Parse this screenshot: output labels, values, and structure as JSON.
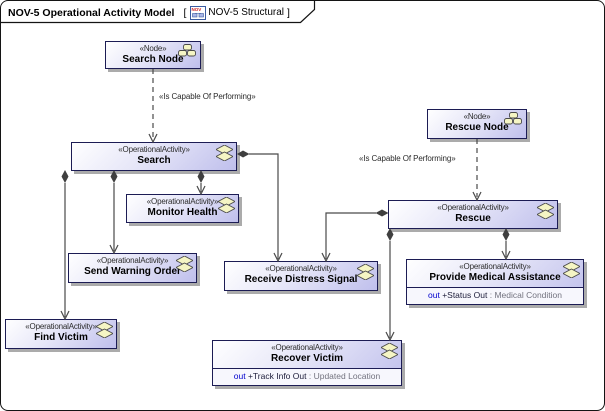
{
  "header": {
    "title": "NOV-5 Operational Activity Model",
    "open_bracket": "[",
    "diagram_ref": "NOV-5 Structural",
    "close_bracket": "]"
  },
  "labels": {
    "is_capable_of_performing_left": "«Is Capable Of Performing»",
    "is_capable_of_performing_right": "«Is Capable Of Performing»"
  },
  "boxes": {
    "search_node": {
      "stereotype": "«Node»",
      "name": "Search Node"
    },
    "rescue_node": {
      "stereotype": "«Node»",
      "name": "Rescue Node"
    },
    "search": {
      "stereotype": "«OperationalActivity»",
      "name": "Search"
    },
    "monitor_health": {
      "stereotype": "«OperationalActivity»",
      "name": "Monitor Health"
    },
    "send_warning_order": {
      "stereotype": "«OperationalActivity»",
      "name": "Send Warning Order"
    },
    "find_victim": {
      "stereotype": "«OperationalActivity»",
      "name": "Find Victim"
    },
    "receive_distress_signal": {
      "stereotype": "«OperationalActivity»",
      "name": "Receive Distress Signal"
    },
    "rescue": {
      "stereotype": "«OperationalActivity»",
      "name": "Rescue"
    },
    "provide_medical_assistance": {
      "stereotype": "«OperationalActivity»",
      "name": "Provide Medical Assistance",
      "param": {
        "direction": "out",
        "name": "+Status Out",
        "colon": ":",
        "type": "Medical Condition"
      }
    },
    "recover_victim": {
      "stereotype": "«OperationalActivity»",
      "name": "Recover Victim",
      "param": {
        "direction": "out",
        "name": "+Track Info Out",
        "colon": ":",
        "type": "Updated Location"
      }
    }
  },
  "colors": {
    "box_border": "#1c1c54",
    "box_fill_end": "#bfbfec",
    "connector": "#4a4a4a",
    "param_direction": "#0000cd",
    "shadow": "#ababab"
  }
}
